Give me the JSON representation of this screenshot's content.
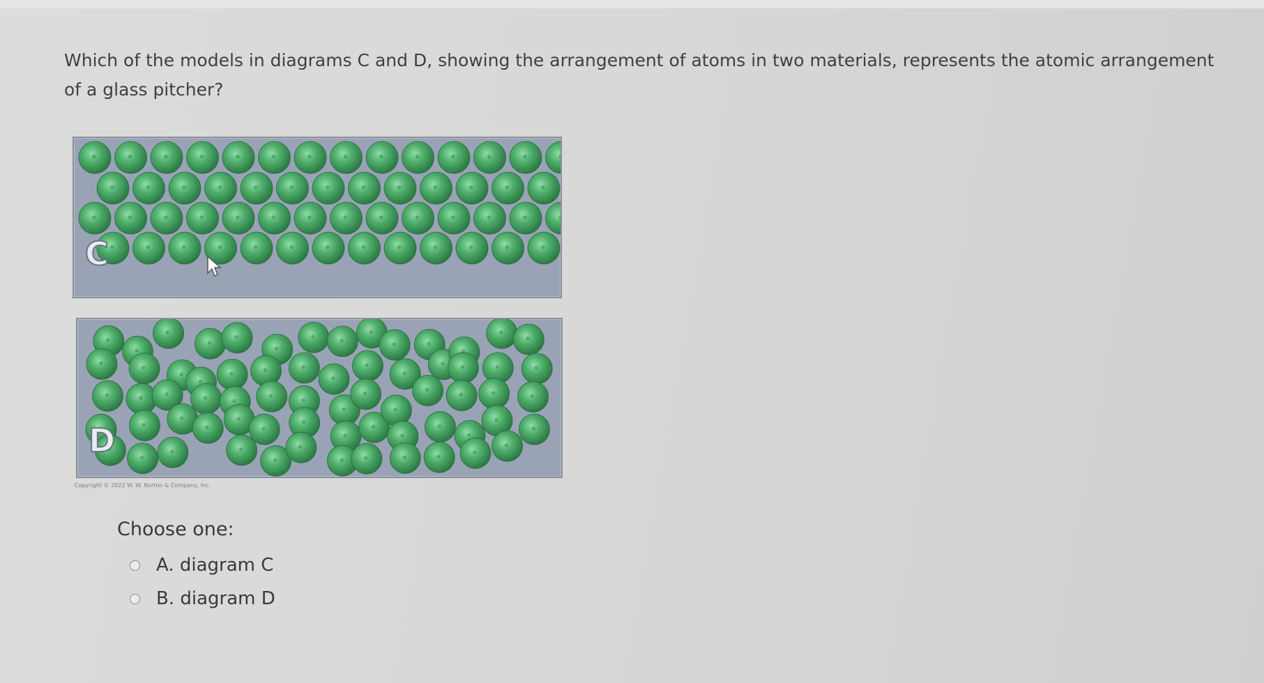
{
  "question": {
    "text": "Which of the models in diagrams C and D, showing the arrangement of atoms in two materials, represents the atomic arrangement of a glass pitcher?"
  },
  "figure": {
    "diagram_c_label": "C",
    "diagram_d_label": "D",
    "copyright": "Copyright © 2022 W. W. Norton & Company, Inc.",
    "atom_color": "#4fae6c",
    "panel_color": "#9aa3b5"
  },
  "choices": {
    "prompt": "Choose one:",
    "options": [
      {
        "label": "A. diagram C"
      },
      {
        "label": "B. diagram D"
      }
    ]
  }
}
